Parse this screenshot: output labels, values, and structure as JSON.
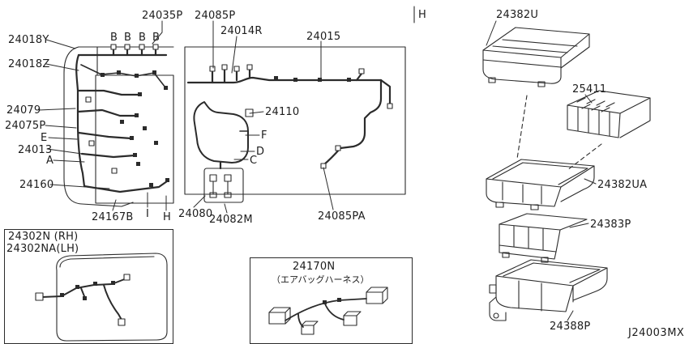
{
  "figure": {
    "code": "J24003MX",
    "view_h_top": "H"
  },
  "main_diagram": {
    "top_labels": {
      "p24035P": "24035P",
      "p24085P": "24085P",
      "p24014R": "24014R",
      "p24015": "24015",
      "connector_b": "B"
    },
    "left_labels": {
      "p24018Y": "24018Y",
      "p24018Z": "24018Z",
      "p24079": "24079",
      "p24075P": "24075P",
      "refE": "E",
      "p24013": "24013",
      "refA": "A",
      "p24160": "24160"
    },
    "center_labels": {
      "p24110": "24110",
      "refF": "F",
      "refD": "D",
      "refC": "C"
    },
    "bottom_labels": {
      "p24167B": "24167B",
      "refI": "I",
      "refH": "H",
      "p24080": "24080",
      "p24082M": "24082M",
      "p24085PA": "24085PA"
    }
  },
  "right_column": {
    "p24382U": "24382U",
    "p25411": "25411",
    "p24382UA": "24382UA",
    "p24383P": "24383P",
    "p24388P": "24388P"
  },
  "door_inset": {
    "label_rh": "24302N (RH)",
    "label_lh": "24302NA(LH)"
  },
  "airbag_inset": {
    "part": "24170N",
    "caption": "（エアバッグハーネス）"
  },
  "colors": {
    "line": "#2b2b2b",
    "background": "#ffffff"
  }
}
